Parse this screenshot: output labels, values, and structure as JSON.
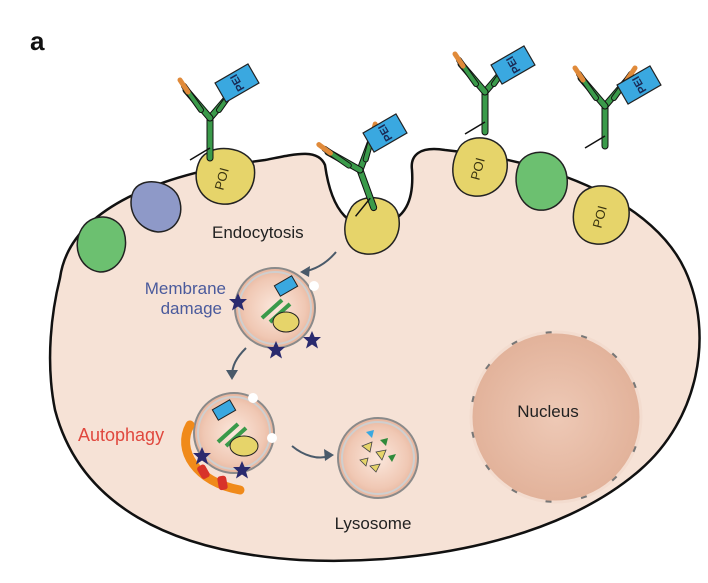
{
  "panel": {
    "letter": "a"
  },
  "labels": {
    "endocytosis": "Endocytosis",
    "membrane_line1": "Membrane",
    "membrane_line2": "damage",
    "autophagy": "Autophagy",
    "lysosome": "Lysosome",
    "nucleus": "Nucleus"
  },
  "tags": {
    "pei": "PEI",
    "poi": "POI"
  },
  "colors": {
    "cell_fill": "#f6e2d6",
    "outline": "#111111",
    "antibody_green": "#3a9a4a",
    "antibody_tip": "#e08a3a",
    "pei_blue": "#3aa8e0",
    "poi_yellow": "#e6d46a",
    "protein_green": "#6cc070",
    "protein_purple": "#8e99c8",
    "nucleus_fill": "#ecc3ae",
    "star": "#2a2a6e",
    "autophagy_orange": "#f08a1a",
    "autophagy_red": "#d8322a"
  }
}
